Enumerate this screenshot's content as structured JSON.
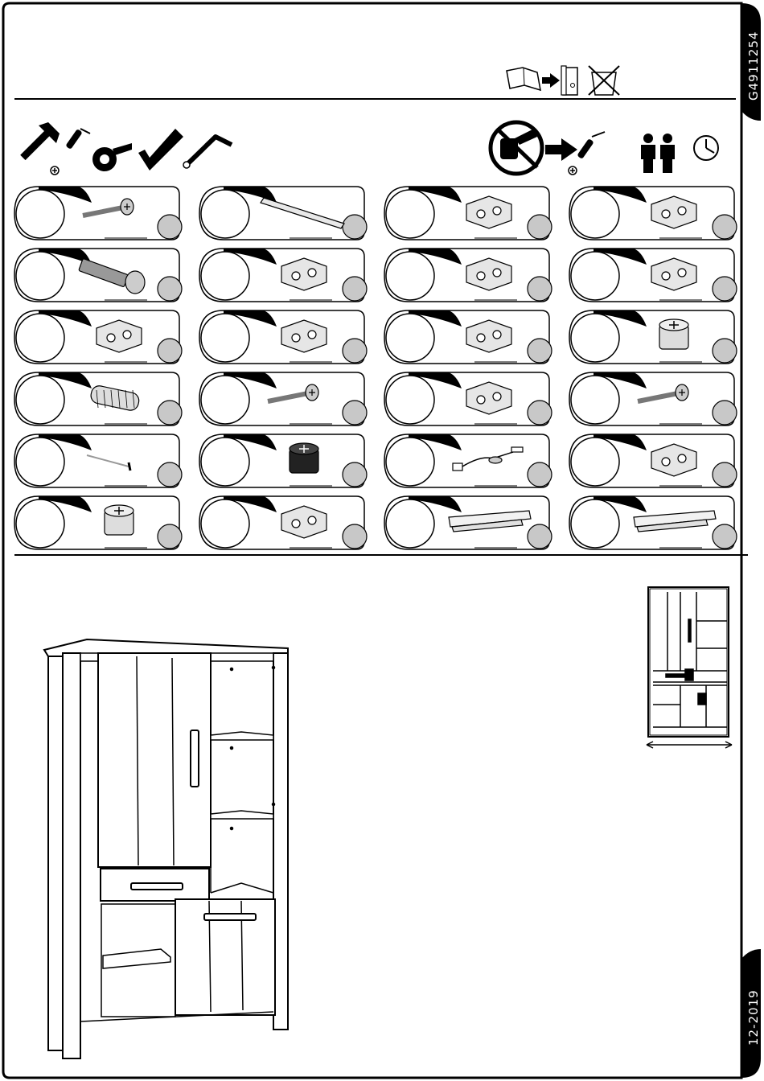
{
  "document": {
    "product_code": "G4911254",
    "date_code": "12-2019"
  },
  "parts": [
    {
      "name": "bolt-with-washer"
    },
    {
      "name": "handle-bar"
    },
    {
      "name": "cam-lock-connector"
    },
    {
      "name": "magnetic-catch"
    },
    {
      "name": "long-connector-bolt"
    },
    {
      "name": "corner-bracket"
    },
    {
      "name": "cabinet-hinge"
    },
    {
      "name": "shelf-support-pin"
    },
    {
      "name": "hinge-mounting-plate"
    },
    {
      "name": "soft-close-damper"
    },
    {
      "name": "cam-bolt"
    },
    {
      "name": "cam-fitting"
    },
    {
      "name": "wooden-dowel"
    },
    {
      "name": "long-wood-screw"
    },
    {
      "name": "shelf-pin"
    },
    {
      "name": "short-wood-screw"
    },
    {
      "name": "nail"
    },
    {
      "name": "cam-lock-black"
    },
    {
      "name": "led-light-with-adapter"
    },
    {
      "name": "threaded-insert"
    },
    {
      "name": "cam-fitting-large"
    },
    {
      "name": "cam-dowel-screw"
    },
    {
      "name": "drawer-runner-left"
    },
    {
      "name": "drawer-runner-right"
    }
  ]
}
